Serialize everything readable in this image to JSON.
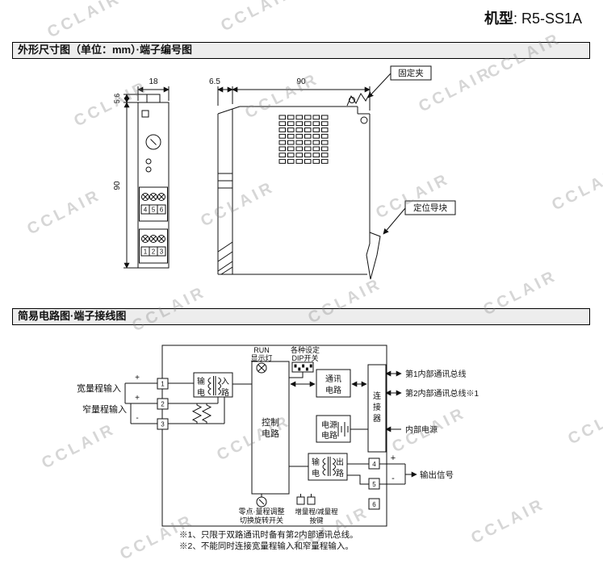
{
  "watermark": {
    "text": "CCLAIR"
  },
  "header": {
    "model_label": "机型",
    "model_value": ": R5-SS1A"
  },
  "sections": {
    "dimensions": {
      "title": "外形尺寸图（单位：mm）·端子编号图"
    },
    "circuit": {
      "title": "简易电路图·端子接线图"
    }
  },
  "dimension_diagram": {
    "front": {
      "width_mm": "18",
      "tab_height_mm": "5.6",
      "height_mm": "90",
      "upper_terminals": [
        "4",
        "5",
        "6"
      ],
      "lower_terminals": [
        "1",
        "2",
        "3"
      ]
    },
    "side": {
      "front_depth_mm": "6.5",
      "depth_mm": "90",
      "clip_label": "固定夹",
      "guide_label": "定位导块"
    }
  },
  "circuit_diagram": {
    "inputs": {
      "wide_label": "宽量程输入",
      "narrow_label": "窄量程输入",
      "plus": "+",
      "minus": "-"
    },
    "terminals_left": [
      "1",
      "2",
      "3"
    ],
    "terminals_right": [
      "4",
      "5",
      "6"
    ],
    "blocks": {
      "input_circuit": [
        "输",
        "入",
        "电",
        "路"
      ],
      "output_circuit": [
        "输",
        "出",
        "电",
        "路"
      ],
      "control": [
        "控制",
        "电路"
      ],
      "comm": [
        "通讯",
        "电路"
      ],
      "power": [
        "电源",
        "电路"
      ],
      "connector": [
        "连",
        "接",
        "器"
      ]
    },
    "indicators": {
      "run1": "RUN",
      "run2": "显示灯",
      "dip1": "各种设定",
      "dip2": "DIP开关"
    },
    "right_labels": {
      "bus1": "第1内部通讯总线",
      "bus2": "第2内部通讯总线※1",
      "internal_power": "内部电源",
      "output_signal": "输出信号",
      "out_plus": "+",
      "out_minus": "-"
    },
    "bottom_labels": {
      "zero1": "零点·量程调整",
      "zero2": "切换旋转开关",
      "updown1": "增量程/减量程",
      "updown2": "按键"
    }
  },
  "notes": {
    "line1": "※1、只限于双路通讯时备有第2内部通讯总线。",
    "line2": "※2、不能同时连接宽量程输入和窄量程输入。"
  }
}
